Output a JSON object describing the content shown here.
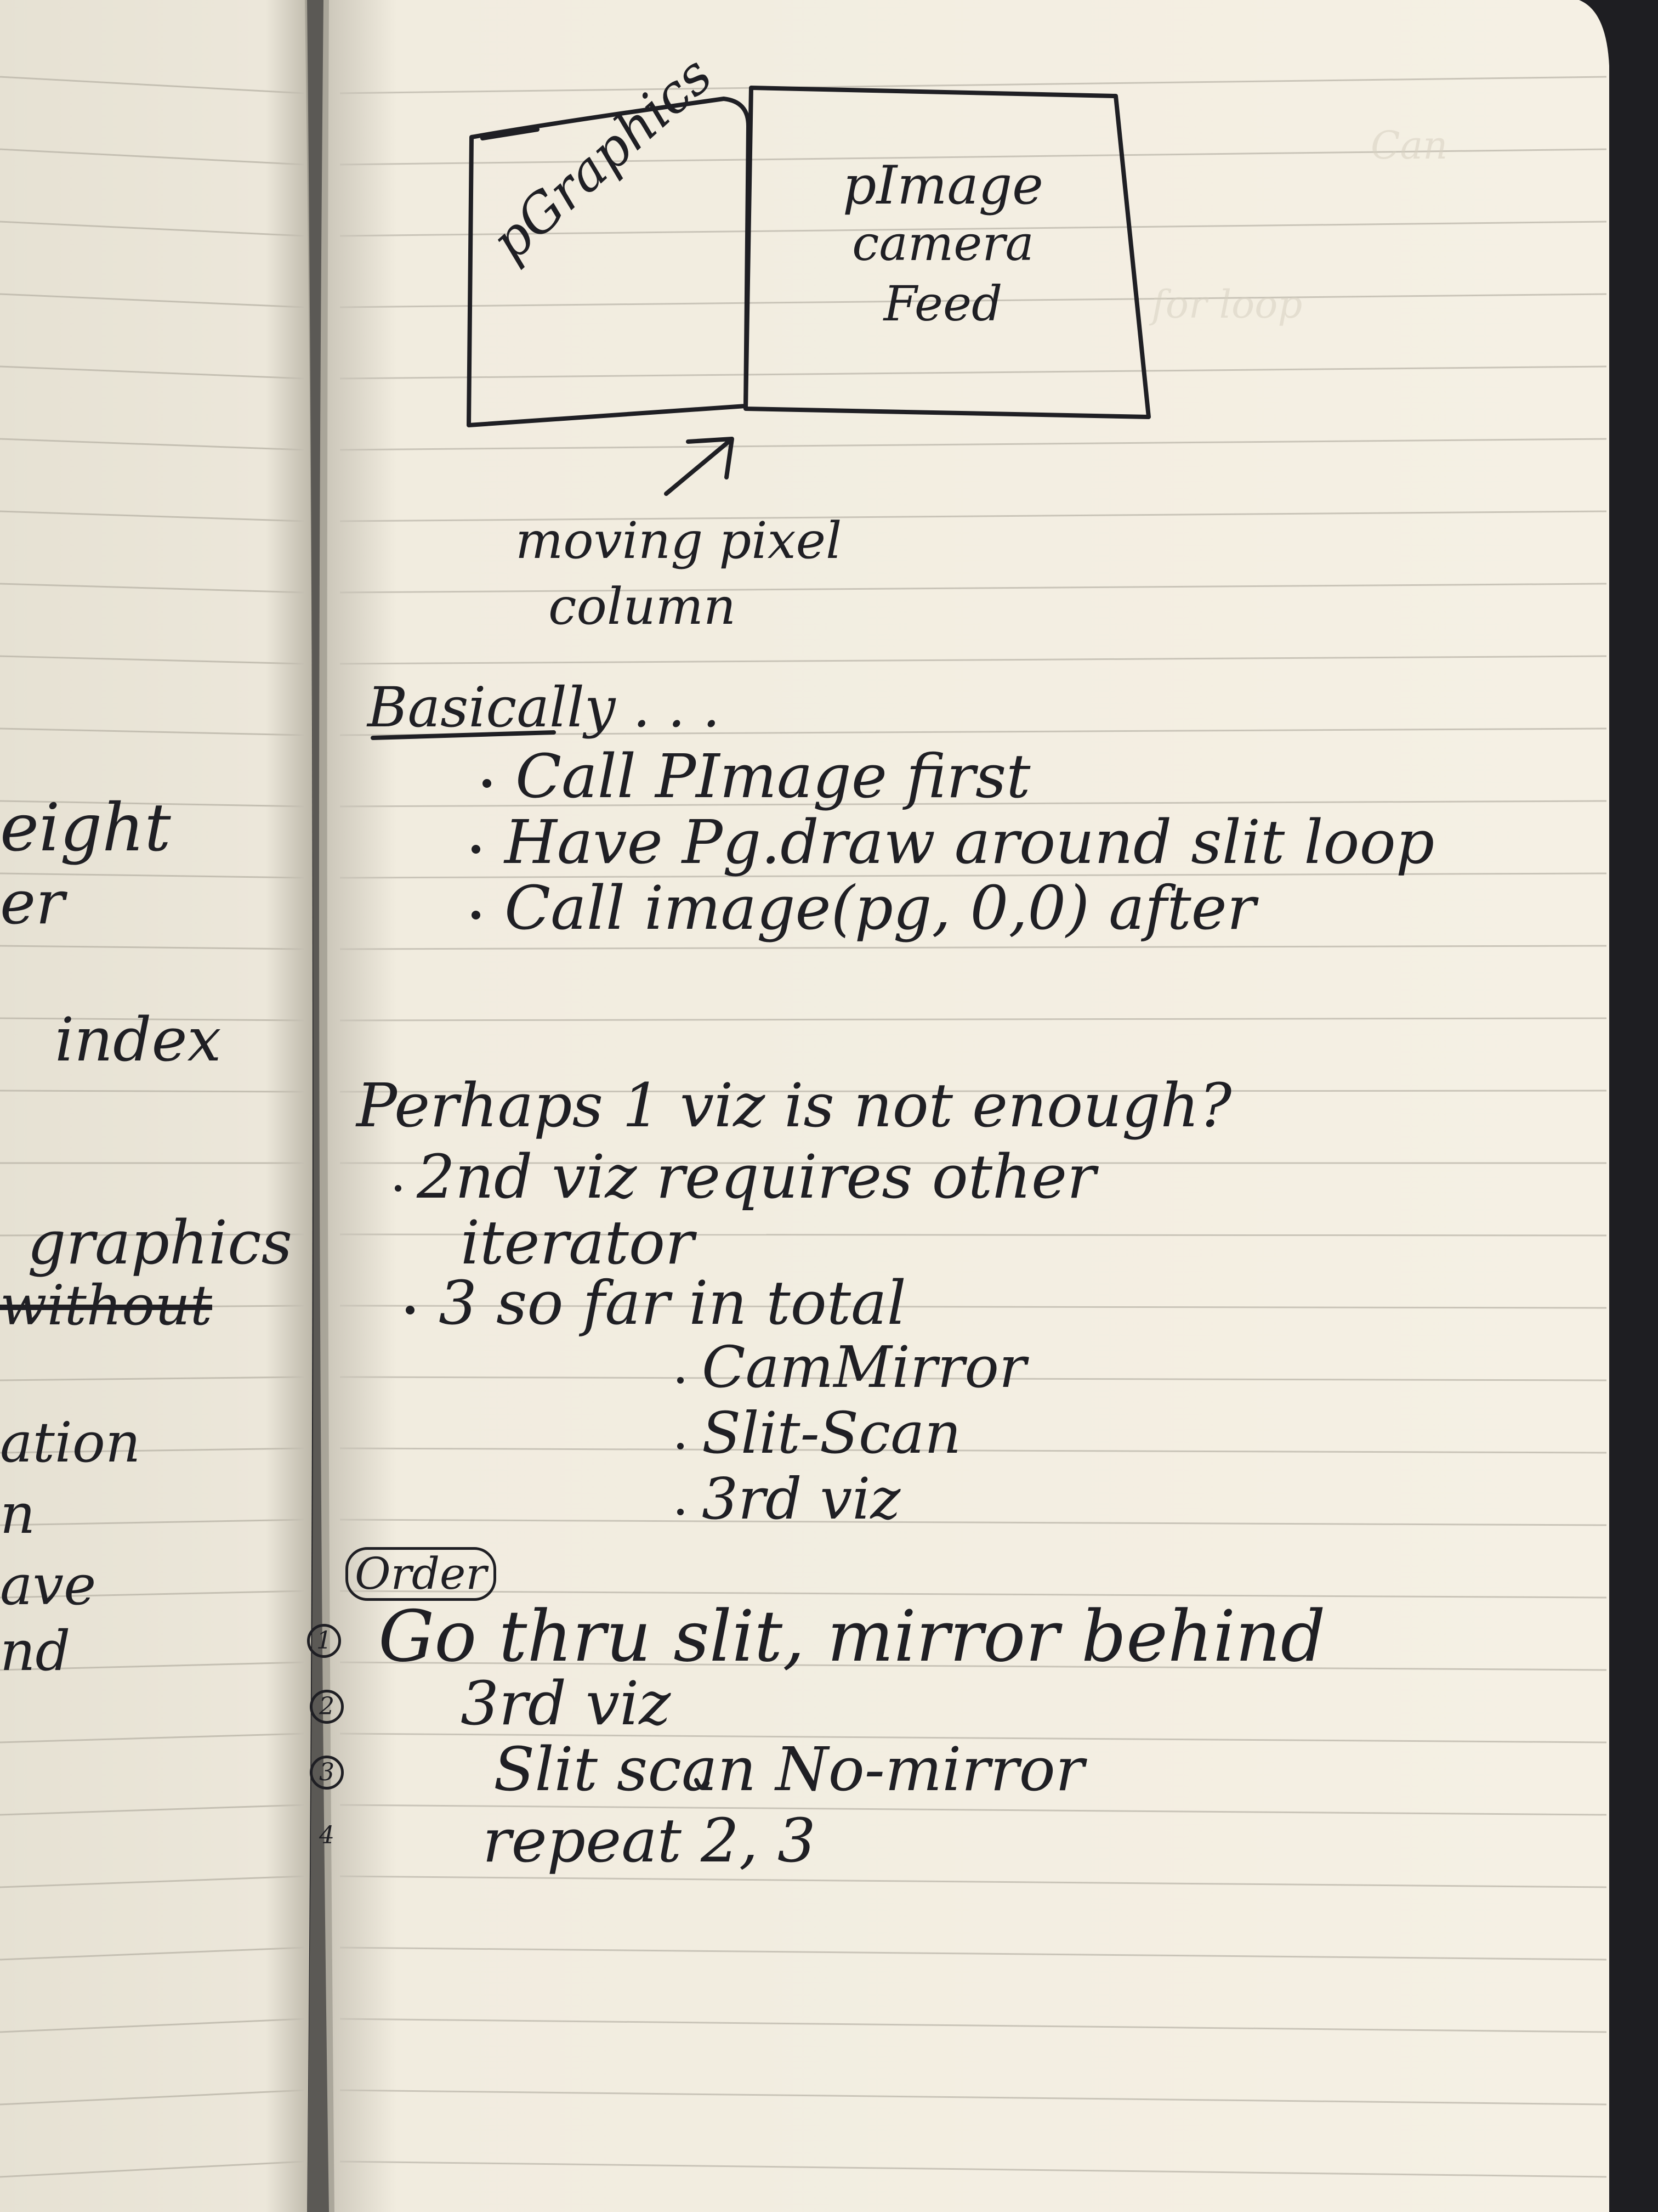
{
  "diagram": {
    "left_box_label": "pGraphics",
    "right_box_label": [
      "pImage",
      "camera",
      "Feed"
    ],
    "arrow_caption": [
      "moving pixel",
      "column"
    ]
  },
  "heading": "Basically . . .",
  "basically_items": [
    "Call PImage first",
    "Have Pg.draw around slit loop",
    "Call image(pg, 0,0) after"
  ],
  "question": "Perhaps 1 viz is not enough?",
  "question_items": [
    "2nd viz requires other",
    "iterator",
    "3 so far in total"
  ],
  "viz_list": [
    "CamMirror",
    "Slit-Scan",
    "3rd viz"
  ],
  "order_label": "Order",
  "order_steps": [
    {
      "n": "1",
      "text": "Go thru slit, mirror behind"
    },
    {
      "n": "2",
      "text": "3rd viz"
    },
    {
      "n": "3",
      "text": "Slit scan No-mirror"
    },
    {
      "n": "4",
      "text": "repeat 2, 3"
    }
  ],
  "left_page_fragments": [
    "eight",
    "er",
    "index",
    "graphics",
    "without",
    "ation",
    "n",
    "ave",
    "nd"
  ],
  "colors": {
    "page": "#f4efe2",
    "ink": "#1f1f24",
    "rule_line": "#c9c4b8",
    "background": "#1e1e22"
  }
}
